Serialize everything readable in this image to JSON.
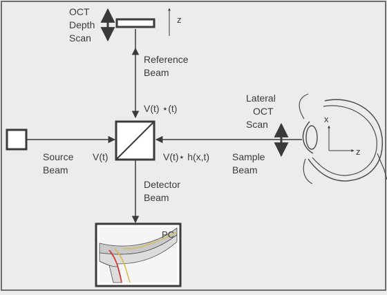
{
  "labels": {
    "oct_depth_scan": [
      "OCT",
      "Depth",
      "Scan"
    ],
    "z_axis": "z",
    "reference_beam": [
      "Reference",
      "Beam"
    ],
    "reference_signal": "V(t) ⋆(t)",
    "lateral_oct_scan": [
      "Lateral",
      "OCT",
      "Scan"
    ],
    "source_beam": [
      "Source",
      "Beam"
    ],
    "source_signal": "V(t)",
    "sample_signal": "V(t)⋆ h(x,t)",
    "sample_beam": [
      "Sample",
      "Beam"
    ],
    "eye_x_axis": "x",
    "eye_z_axis": "z",
    "detector_beam": [
      "Detector",
      "Beam"
    ],
    "pc": "PC"
  },
  "colors": {
    "background": "#ececec",
    "frame": "#6e6e6e",
    "line": "#4a4a4a",
    "arrow": "#3a3a3a",
    "text": "#3a3a3a",
    "retina_red": "#d23a3a",
    "retina_yellow": "#d9b94a"
  }
}
